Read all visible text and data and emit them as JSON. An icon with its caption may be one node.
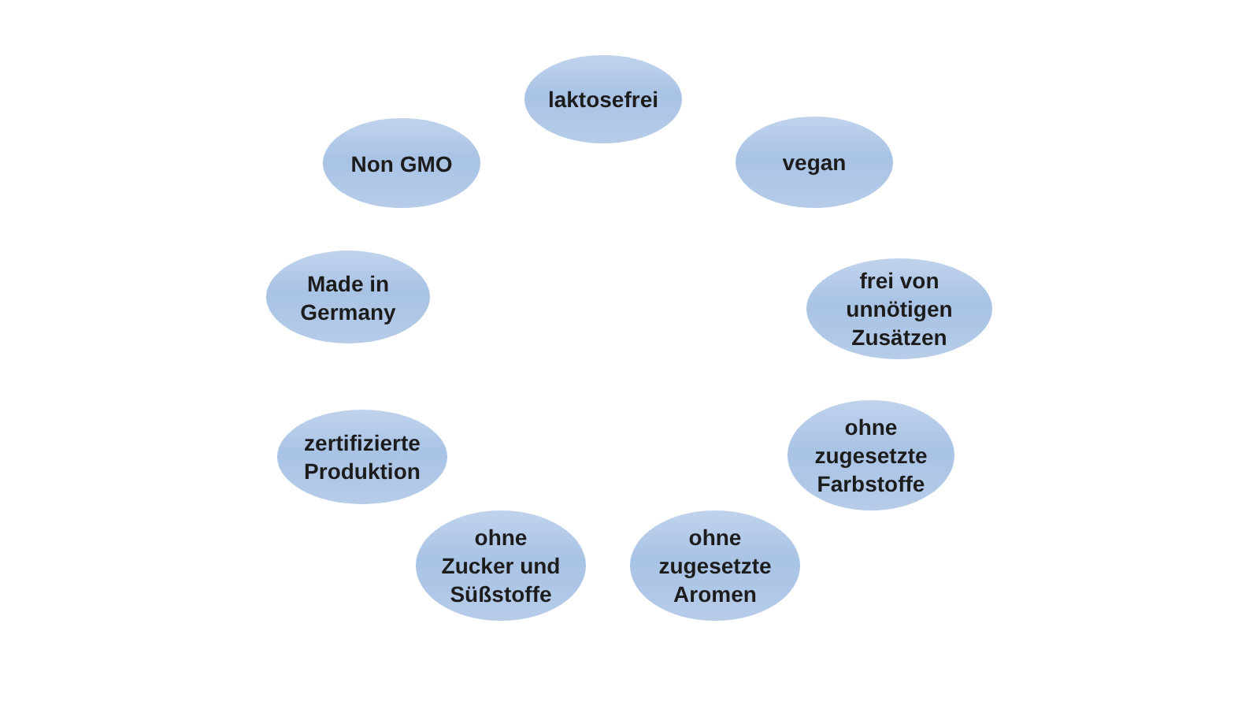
{
  "diagram": {
    "nodes": [
      {
        "text": [
          "laktosefrei"
        ]
      },
      {
        "text": [
          "Non GMO"
        ]
      },
      {
        "text": [
          "vegan"
        ]
      },
      {
        "text": [
          "Made in Germany"
        ]
      },
      {
        "text": [
          "frei von unnötigen Zusätzen"
        ]
      },
      {
        "text": [
          "zertifizierte Produktion"
        ]
      },
      {
        "text": [
          "ohne zugesetzte Farbstoffe"
        ]
      },
      {
        "text": [
          "ohne Zucker und Süßstoffe"
        ]
      },
      {
        "text": [
          "ohne zugesetzte Aromen"
        ]
      }
    ]
  }
}
